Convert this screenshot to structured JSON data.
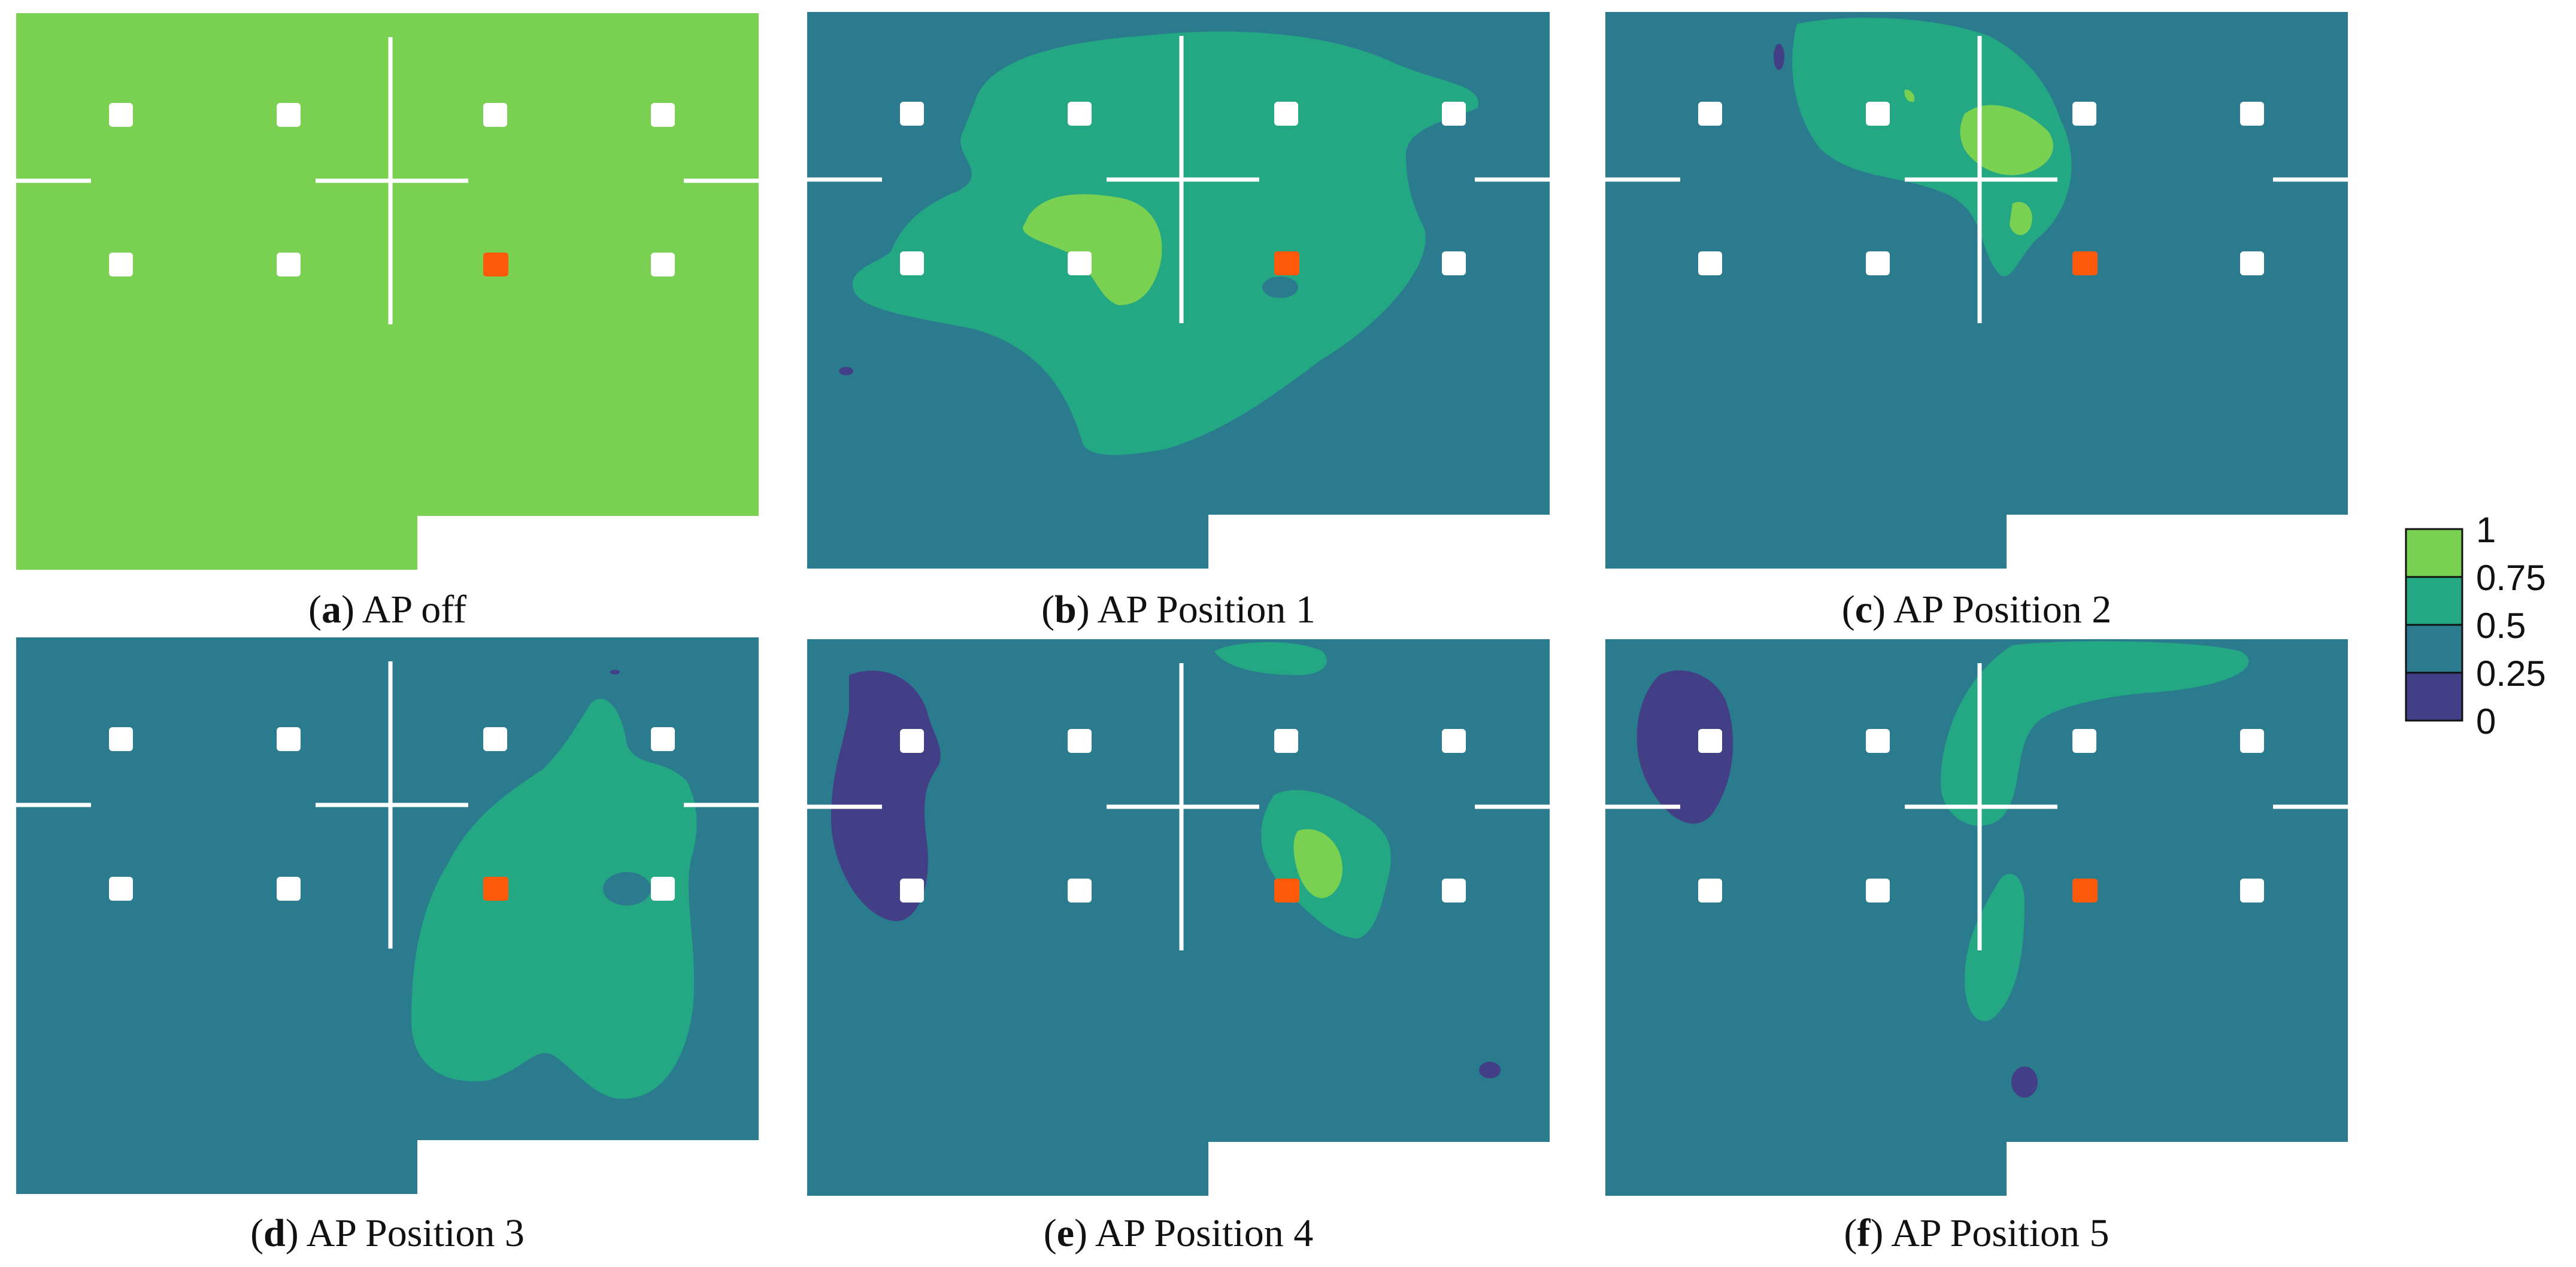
{
  "colors": {
    "c0_025": "#433f86",
    "c025_05": "#2a7b8e",
    "c05_075": "#24a884",
    "c075_1": "#7ad151",
    "wall": "#ffffff",
    "ap": "#ff5a0a",
    "pillar": "#ffffff",
    "background": "#ffffff"
  },
  "colorbar": {
    "ticks": [
      "1",
      "0.75",
      "0.5",
      "0.25",
      "0"
    ]
  },
  "panels": [
    {
      "letter": "a",
      "open": "(",
      "close": ")",
      "caption": " AP off"
    },
    {
      "letter": "b",
      "open": "(",
      "close": ")",
      "caption": " AP Position 1"
    },
    {
      "letter": "c",
      "open": "(",
      "close": ")",
      "caption": " AP Position 2"
    },
    {
      "letter": "d",
      "open": "(",
      "close": ")",
      "caption": " AP Position 3"
    },
    {
      "letter": "e",
      "open": "(",
      "close": ")",
      "caption": " AP Position 4"
    },
    {
      "letter": "f",
      "open": "(",
      "close": ")",
      "caption": " AP Position 5"
    }
  ]
}
